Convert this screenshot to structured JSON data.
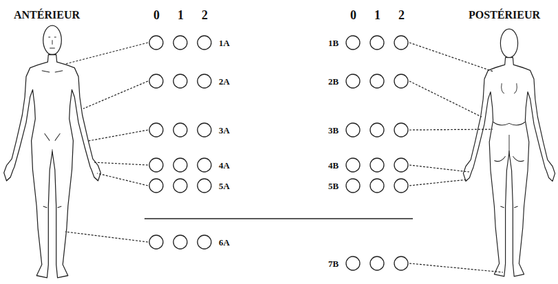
{
  "diagram": {
    "labels": [
      "ANTÉRIEUR",
      "0",
      "1",
      "2",
      "0",
      "1",
      "2",
      "POSTÉRIEUR",
      "1A",
      "1B",
      "2A",
      "2B",
      "3A",
      "3B",
      "4A",
      "4B",
      "5A",
      "5B",
      "6A",
      "7B"
    ]
  }
}
